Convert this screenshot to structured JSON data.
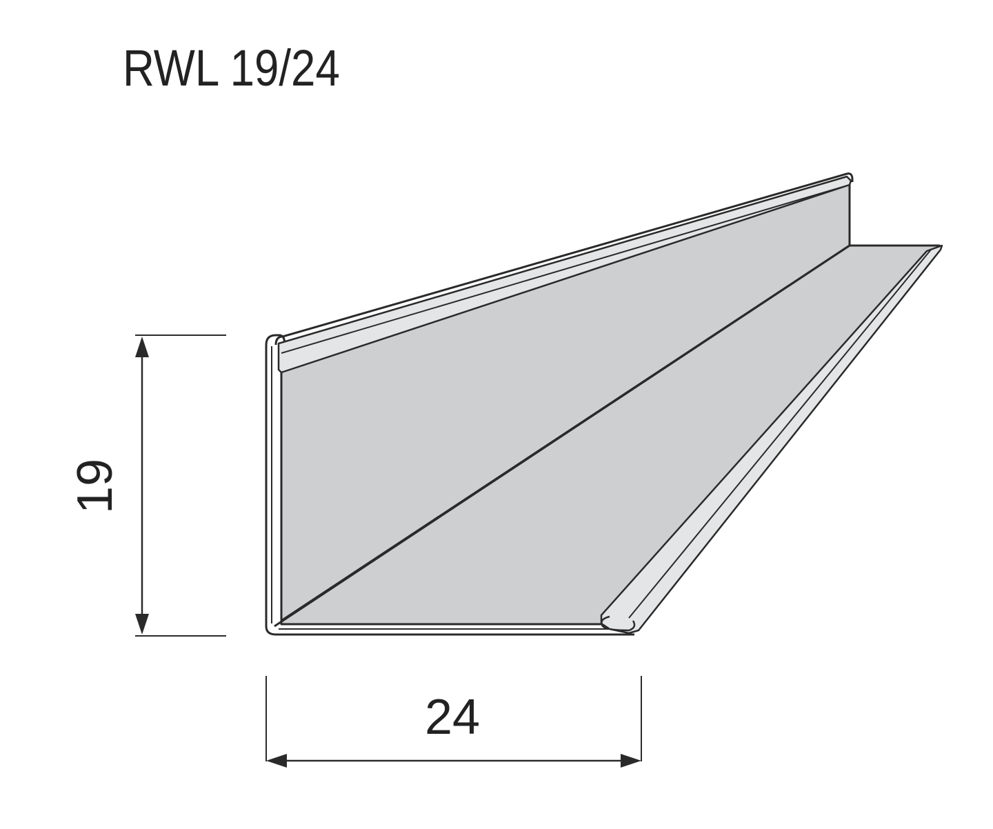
{
  "title": "RWL 19/24",
  "dimensions": {
    "height": "19",
    "width": "24"
  },
  "colors": {
    "profile_fill": "#cdcfd1",
    "outline": "#2a2a2a",
    "text": "#222222",
    "background": "#ffffff"
  }
}
